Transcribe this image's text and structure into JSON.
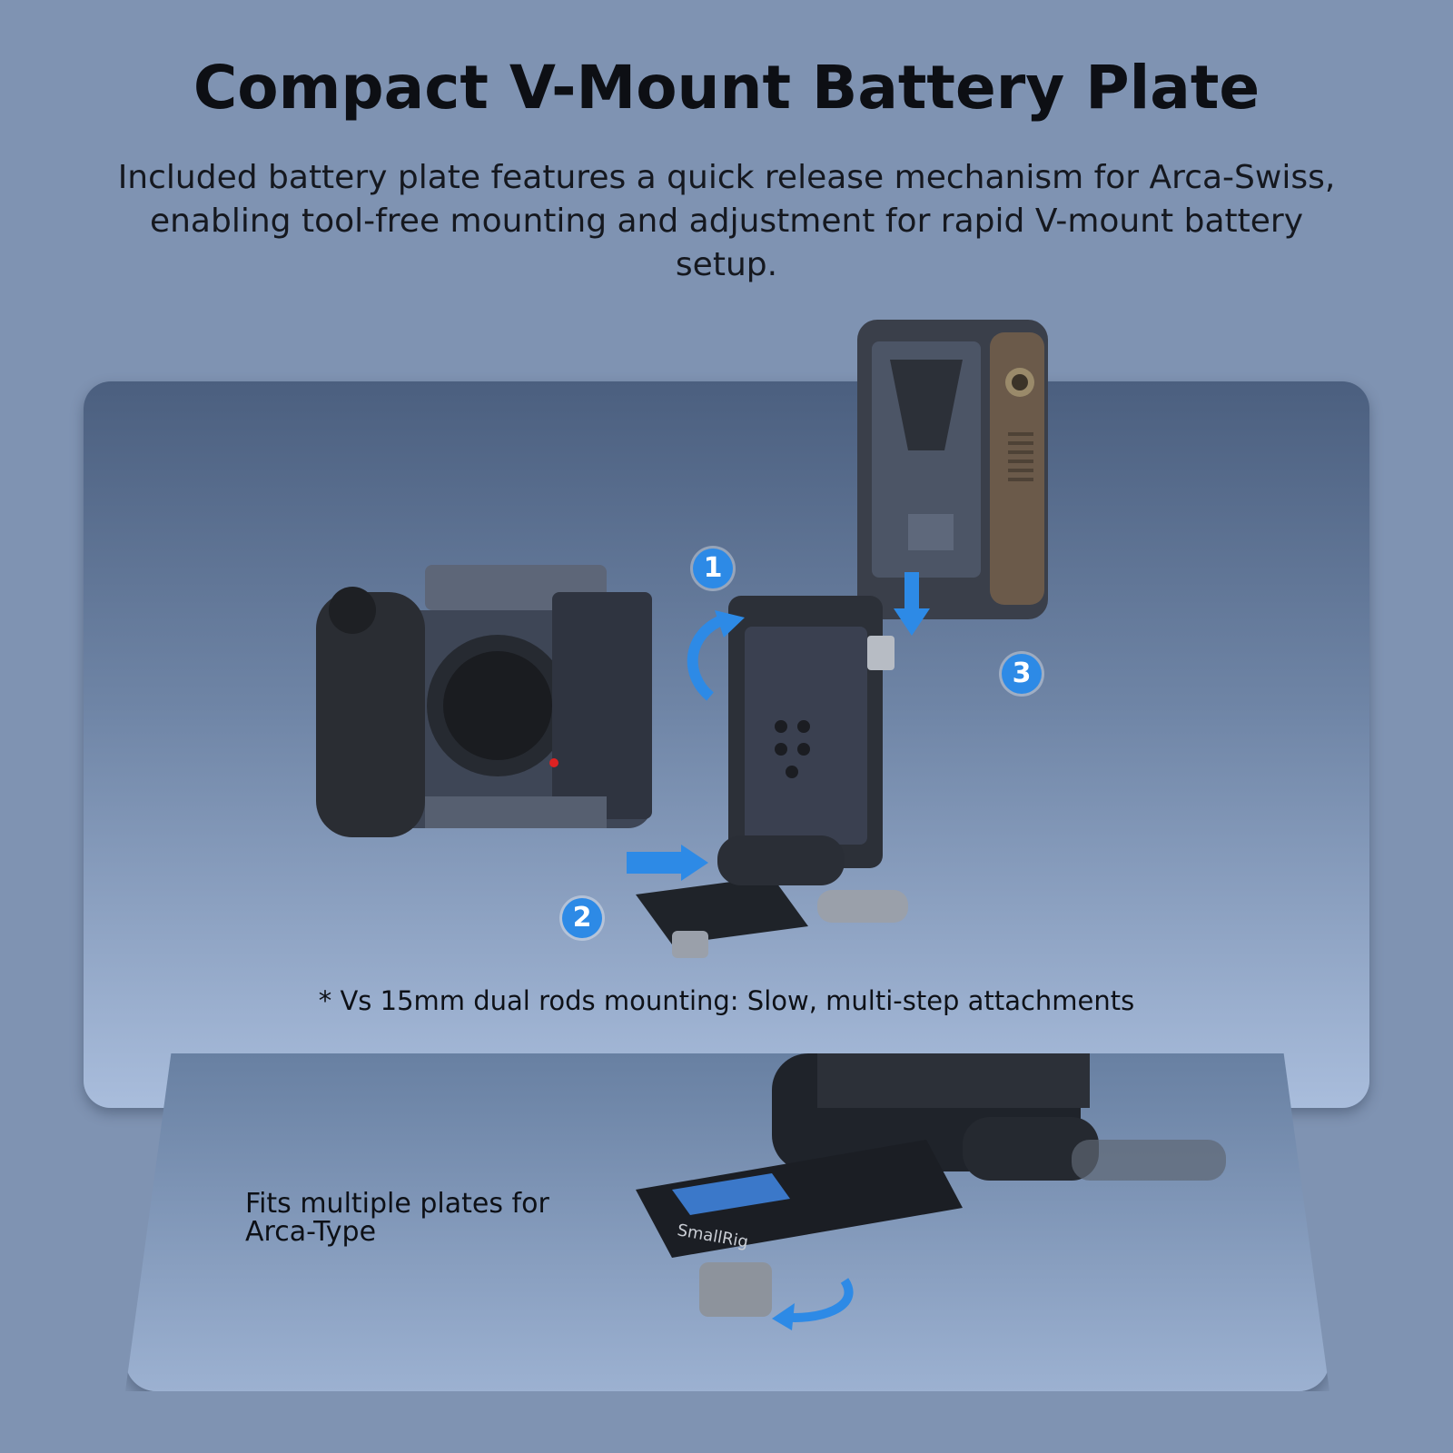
{
  "header": {
    "title": "Compact V-Mount Battery Plate",
    "subtitle": "Included battery plate features a quick release mechanism for Arca-Swiss, enabling tool-free mounting and adjustment for rapid V-mount battery setup."
  },
  "steps": [
    "1",
    "2",
    "3"
  ],
  "note": "* Vs 15mm dual rods mounting: Slow, multi-step attachments",
  "feature": {
    "label_line1": "Fits multiple plates for",
    "label_line2": "Arca-Type"
  },
  "brand": {
    "logo_text": "SmallRig"
  },
  "colors": {
    "background": "#7f93b2",
    "accent": "#2d8ae6"
  }
}
